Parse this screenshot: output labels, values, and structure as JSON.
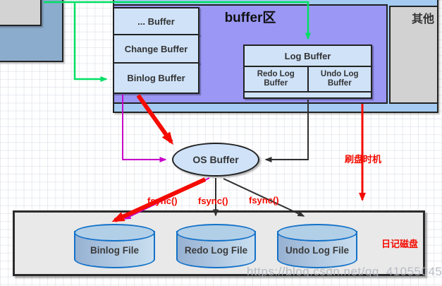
{
  "colors": {
    "green": "#00df63",
    "magenta": "#c800c8",
    "black_arrow": "#2f2f2f",
    "red": "#f40b00",
    "purple_bg": "#9a97f5",
    "box_blue": "#cfe2f8",
    "outer_blue": "#a5cbf2",
    "cylinder_border": "#1371c8",
    "disk_gray": "#e9e9e9"
  },
  "buffer_area": {
    "title": "buffer区",
    "items": [
      {
        "label": "... Buffer"
      },
      {
        "label": "Change Buffer"
      },
      {
        "label": "Binlog Buffer"
      }
    ],
    "log_buffer": {
      "title": "Log Buffer",
      "children": [
        {
          "label": "Redo Log Buffer"
        },
        {
          "label": "Undo Log Buffer"
        }
      ]
    }
  },
  "other_box": {
    "label": "其他"
  },
  "os_buffer": {
    "label": "OS Buffer"
  },
  "annotations": {
    "fsync_labels": [
      "fsync()",
      "fsync()",
      "fsync()"
    ],
    "flush_timing": "刷盘时机",
    "disk_label": "日记磁盘"
  },
  "disk": {
    "cylinders": [
      {
        "label": "Binlog File"
      },
      {
        "label": "Redo Log File"
      },
      {
        "label": "Undo Log File"
      }
    ]
  },
  "watermark": "https://blog.csdn.net/qq_41055045"
}
